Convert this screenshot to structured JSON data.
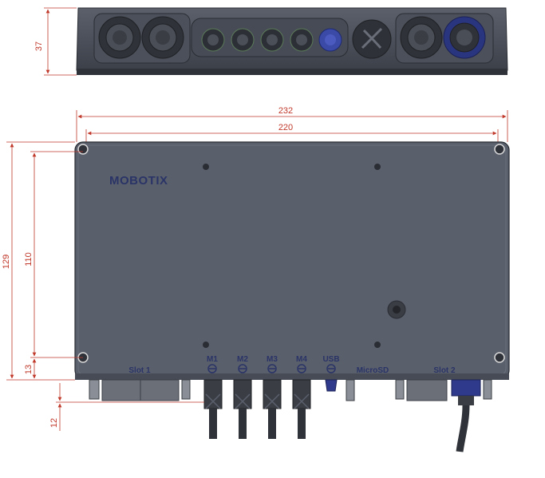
{
  "brand": "MOBOTIX",
  "dimensions": {
    "height_top": "37",
    "width_total": "232",
    "width_inner": "220",
    "height_total": "129",
    "height_inner": "110",
    "bottom_offset": "13",
    "connector_protrusion": "12"
  },
  "labels": {
    "slot1": "Slot 1",
    "m1": "M1",
    "m2": "M2",
    "m3": "M3",
    "m4": "M4",
    "usb": "USB",
    "microsd": "MicroSD",
    "slot2": "Slot 2"
  },
  "colors": {
    "body": "#5a5f6c",
    "body_dark": "#3e424c",
    "dimension": "#c0392b",
    "label": "#2a3466",
    "usb_accent": "#2f3a8c"
  }
}
